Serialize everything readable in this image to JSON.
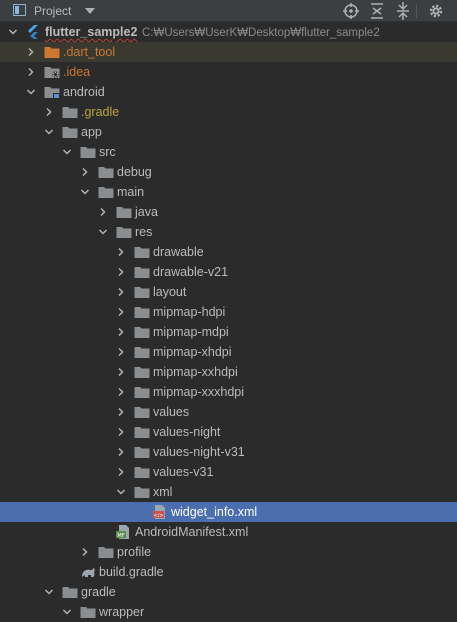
{
  "panel": {
    "title": "Project",
    "icons": [
      "project-panel-icon",
      "dropdown-arrow-icon",
      "locate-icon",
      "expand-all-icon",
      "collapse-all-icon",
      "gear-icon"
    ]
  },
  "colors": {
    "background": "#2b2b2b",
    "toolbar": "#3c3f41",
    "selection": "#4b6eaf",
    "folder": "#8a8e91",
    "excluded_folder": "#cc7832",
    "gradle_text": "#b8a63c",
    "flutter_blue": "#45a7e8"
  },
  "tree": {
    "rows": [
      {
        "label": "flutter_sample2",
        "path": "C:₩Users₩UserK₩Desktop₩flutter_sample2",
        "icon": "flutter-module-icon",
        "expanded": true
      },
      {
        "label": ".dart_tool",
        "icon": "excluded-folder-icon",
        "expanded": false
      },
      {
        "label": ".idea",
        "icon": "idea-folder-icon",
        "expanded": false
      },
      {
        "label": "android",
        "icon": "android-module-icon",
        "expanded": true
      },
      {
        "label": ".gradle",
        "icon": "folder-icon",
        "expanded": false
      },
      {
        "label": "app",
        "icon": "folder-icon",
        "expanded": true
      },
      {
        "label": "src",
        "icon": "folder-icon",
        "expanded": true
      },
      {
        "label": "debug",
        "icon": "folder-icon",
        "expanded": false
      },
      {
        "label": "main",
        "icon": "folder-icon",
        "expanded": true
      },
      {
        "label": "java",
        "icon": "folder-icon",
        "expanded": false
      },
      {
        "label": "res",
        "icon": "folder-icon",
        "expanded": true
      },
      {
        "label": "drawable",
        "icon": "folder-icon",
        "expanded": false
      },
      {
        "label": "drawable-v21",
        "icon": "folder-icon",
        "expanded": false
      },
      {
        "label": "layout",
        "icon": "folder-icon",
        "expanded": false
      },
      {
        "label": "mipmap-hdpi",
        "icon": "folder-icon",
        "expanded": false
      },
      {
        "label": "mipmap-mdpi",
        "icon": "folder-icon",
        "expanded": false
      },
      {
        "label": "mipmap-xhdpi",
        "icon": "folder-icon",
        "expanded": false
      },
      {
        "label": "mipmap-xxhdpi",
        "icon": "folder-icon",
        "expanded": false
      },
      {
        "label": "mipmap-xxxhdpi",
        "icon": "folder-icon",
        "expanded": false
      },
      {
        "label": "values",
        "icon": "folder-icon",
        "expanded": false
      },
      {
        "label": "values-night",
        "icon": "folder-icon",
        "expanded": false
      },
      {
        "label": "values-night-v31",
        "icon": "folder-icon",
        "expanded": false
      },
      {
        "label": "values-v31",
        "icon": "folder-icon",
        "expanded": false
      },
      {
        "label": "xml",
        "icon": "folder-icon",
        "expanded": true
      },
      {
        "label": "widget_info.xml",
        "icon": "xml-file-icon",
        "selected": true
      },
      {
        "label": "AndroidManifest.xml",
        "icon": "manifest-file-icon"
      },
      {
        "label": "profile",
        "icon": "folder-icon",
        "expanded": false
      },
      {
        "label": "build.gradle",
        "icon": "gradle-file-icon"
      },
      {
        "label": "gradle",
        "icon": "folder-icon",
        "expanded": true
      },
      {
        "label": "wrapper",
        "icon": "folder-icon",
        "expanded": true
      }
    ]
  }
}
